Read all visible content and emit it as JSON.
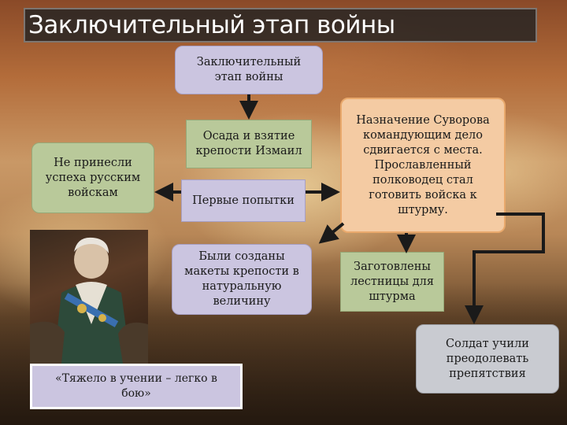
{
  "title": "Заключительный этап войны",
  "boxes": {
    "top": "Заключительный этап войны",
    "siege": "Осада и взятие крепости Измаил",
    "first_attempts": "Первые попытки",
    "no_success": "Не принесли успеха русским войскам",
    "appointment": "Назначение Суворова командующим дело сдвигается с места. Прославленный полководец стал готовить войска к штурму.",
    "models": "Были созданы макеты крепости в натуральную величину",
    "ladders": "Заготовлены лестницы для штурма",
    "soldiers": "Солдат учили преодолевать препятствия"
  },
  "quote": "«Тяжело в учении – легко в бою»",
  "colors": {
    "lavender": "#cbc5e0",
    "green": "#b9c99a",
    "peach": "#f4cba3",
    "gray": "#c9cbd1",
    "arrow": "#1a1a1a"
  }
}
